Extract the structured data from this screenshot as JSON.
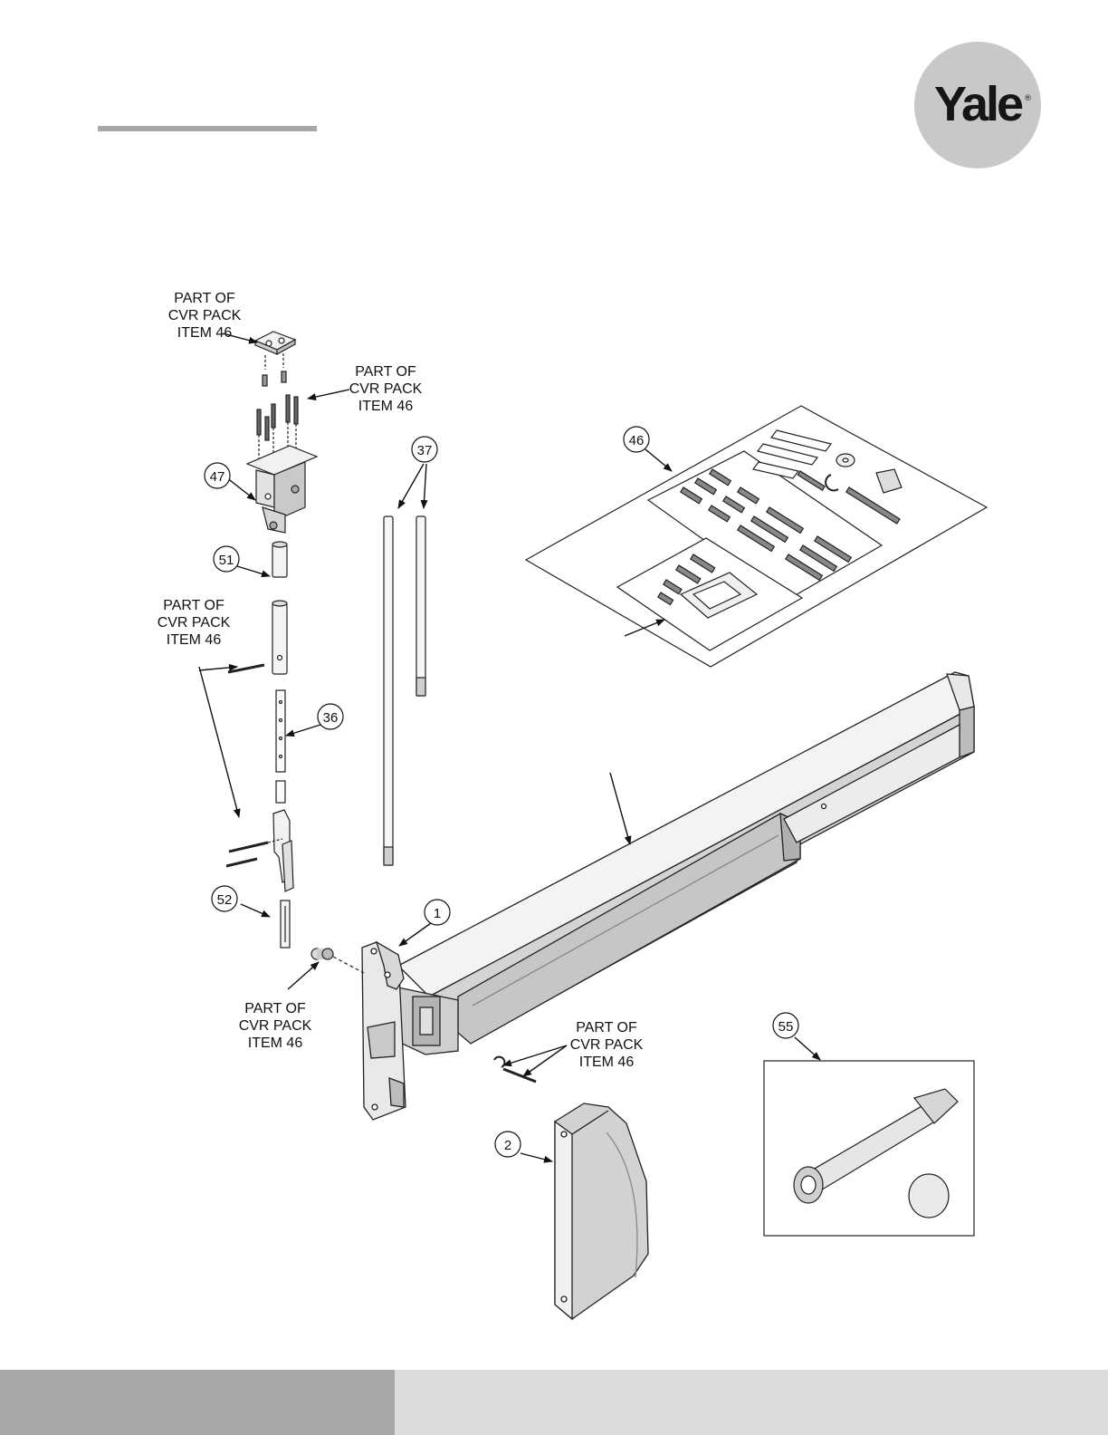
{
  "logo": {
    "text": "Yale",
    "mark": "®"
  },
  "callouts": {
    "c1": "1",
    "c2": "2",
    "c36": "36",
    "c37": "37",
    "c46": "46",
    "c47": "47",
    "c51": "51",
    "c52": "52",
    "c55": "55"
  },
  "notes": {
    "part_of": "PART OF",
    "cvr_pack": "CVR PACK",
    "item_46": "ITEM 46"
  },
  "colors": {
    "rule": "#a7a7a9",
    "logo_bg": "#c8c8ca",
    "footer_left": "#a7a7a9",
    "footer_right": "#dcdcdd"
  }
}
